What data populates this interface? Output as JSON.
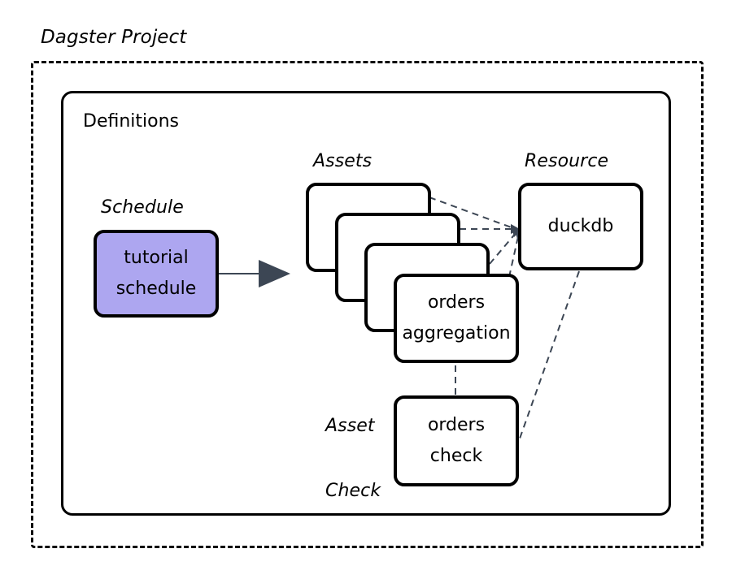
{
  "diagram": {
    "title": "Dagster Project",
    "type": "architecture-diagram",
    "background_color": "#ffffff",
    "containers": {
      "project": {
        "label": "Dagster Project",
        "border_style": "dashed",
        "border_color": "#000000"
      },
      "definitions": {
        "label": "Definitions",
        "border_style": "solid",
        "border_color": "#000000"
      }
    },
    "groups": {
      "schedule": {
        "label": "Schedule"
      },
      "assets": {
        "label": "Assets",
        "stack_count": 4
      },
      "resource": {
        "label": "Resource"
      },
      "asset_check": {
        "label_line1": "Asset",
        "label_line2": "Check"
      }
    },
    "nodes": {
      "schedule": {
        "line1": "tutorial",
        "line2": "schedule",
        "fill_color": "#ADA6F0",
        "border_color": "#000000"
      },
      "asset_front": {
        "line1": "orders",
        "line2": "aggregation",
        "fill_color": "#ffffff",
        "border_color": "#000000"
      },
      "asset_back_1": {
        "line1": "",
        "line2": "",
        "fill_color": "#ffffff"
      },
      "asset_back_2": {
        "line1": "",
        "line2": "",
        "fill_color": "#ffffff"
      },
      "asset_back_3": {
        "line1": "",
        "line2": "",
        "fill_color": "#ffffff"
      },
      "resource": {
        "line1": "duckdb",
        "line2": "",
        "fill_color": "#ffffff",
        "border_color": "#000000"
      },
      "asset_check": {
        "line1": "orders",
        "line2": "check",
        "fill_color": "#ffffff",
        "border_color": "#000000"
      }
    },
    "edges": {
      "arrow_color": "#3C4654",
      "dashed_color": "#3C4654",
      "connections": [
        {
          "from": "schedule",
          "to": "assets",
          "style": "solid-arrow"
        },
        {
          "from": "asset_back_1",
          "to": "resource",
          "style": "dashed-arrow"
        },
        {
          "from": "asset_back_2",
          "to": "resource",
          "style": "dashed-arrow"
        },
        {
          "from": "asset_back_3",
          "to": "resource",
          "style": "dashed-arrow"
        },
        {
          "from": "asset_front",
          "to": "resource",
          "style": "dashed-arrow"
        },
        {
          "from": "asset_front",
          "to": "asset_check",
          "style": "dashed"
        },
        {
          "from": "resource",
          "to": "asset_check",
          "style": "dashed"
        }
      ]
    }
  }
}
